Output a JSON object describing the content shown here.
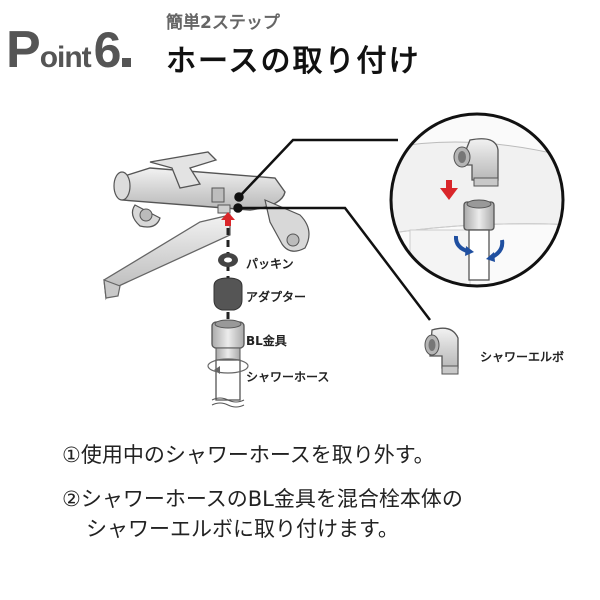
{
  "header": {
    "point_label": {
      "P": "P",
      "rest": "oint",
      "number": "6"
    },
    "subtitle": "簡単2ステップ",
    "title": "ホースの取り付け"
  },
  "illustration": {
    "labels": {
      "packing": "パッキン",
      "adapter": "アダプター",
      "bl_fitting": "BL金具",
      "shower_hose": "シャワーホース",
      "shower_elbow": "シャワーエルボ"
    },
    "colors": {
      "arrow_red": "#d9262a",
      "rotate_blue": "#1f4fa0",
      "part_dark": "#555555",
      "metal": "#cfcfcf"
    }
  },
  "steps": [
    {
      "marker": "①",
      "text": "使用中のシャワーホースを取り外す。"
    },
    {
      "marker": "②",
      "text": "シャワーホースのBL金具を混合栓本体の",
      "continuation": "シャワーエルボに取り付けます。"
    }
  ]
}
